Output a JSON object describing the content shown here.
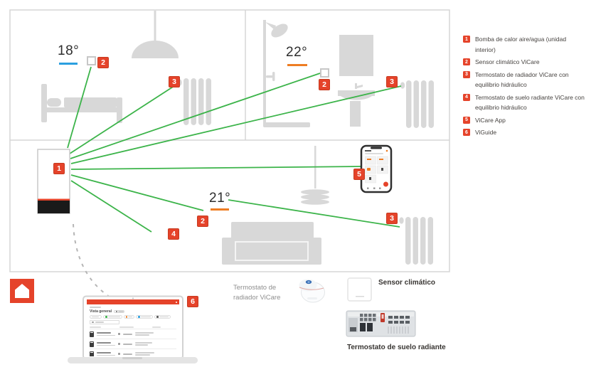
{
  "colors": {
    "accent": "#e5432a",
    "line_green": "#3cb44a",
    "underline_blue": "#2b9fe0",
    "underline_orange": "#ee7d23"
  },
  "legend": {
    "items": [
      {
        "num": "1",
        "label": "Bomba de calor aire/agua (unidad interior)"
      },
      {
        "num": "2",
        "label": "Sensor climático ViCare"
      },
      {
        "num": "3",
        "label": "Termostato de radiador ViCare con equilibrio hidráulico"
      },
      {
        "num": "4",
        "label": "Termostato de suelo radiante ViCare con equilibrio hidráulico"
      },
      {
        "num": "5",
        "label": "ViCare App"
      },
      {
        "num": "6",
        "label": "ViGuide"
      }
    ]
  },
  "markers": {
    "heat_pump": "1",
    "bedroom_sensor": "2",
    "bedroom_radiator": "3",
    "bathroom_sensor": "2",
    "bathroom_radiator": "3",
    "living_sensor": "2",
    "living_floor": "4",
    "living_radiator": "3",
    "app": "5",
    "viguide": "6"
  },
  "rooms": {
    "bedroom": {
      "temp": "18°"
    },
    "bathroom": {
      "temp": "22°"
    },
    "living": {
      "temp": "21°"
    }
  },
  "captions": {
    "radiator_thermostat": "Termostato de radiador ViCare",
    "climate_sensor": "Sensor climático",
    "floor_thermostat": "Termostato de suelo radiante"
  },
  "laptop": {
    "screen_title": "Vista general"
  }
}
